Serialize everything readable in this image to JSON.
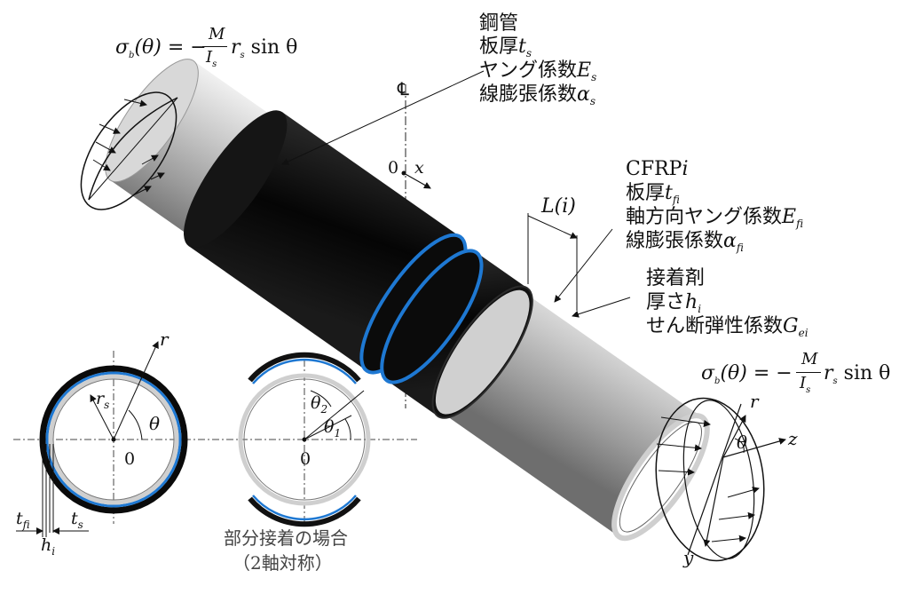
{
  "steel": {
    "title": "鋼管",
    "thickness_label": "板厚",
    "thickness_sym": "t",
    "thickness_sub": "s",
    "young_label": "ヤング係数",
    "young_sym": "E",
    "young_sub": "s",
    "thermal_label": "線膨張係数",
    "thermal_sym": "α",
    "thermal_sub": "s"
  },
  "cfrp": {
    "title": "CFRP",
    "title_idx": "i",
    "thickness_label": "板厚",
    "thickness_sym": "t",
    "thickness_sub": "fi",
    "young_label": "軸方向ヤング係数",
    "young_sym": "E",
    "young_sub": "fi",
    "thermal_label": "線膨張係数",
    "thermal_sym": "α",
    "thermal_sub": "fi"
  },
  "adhesive": {
    "title": "接着剤",
    "thickness_label": "厚さ",
    "thickness_sym": "h",
    "thickness_sub": "i",
    "shear_label": "せん断弾性係数",
    "shear_sym": "G",
    "shear_sub": "ei"
  },
  "length_label": "L(i)",
  "axis": {
    "centerline": "℄",
    "origin": "0",
    "x": "x",
    "y": "y",
    "z": "z",
    "r": "r",
    "theta": "θ"
  },
  "eq_left": {
    "lhs": "σ",
    "lhs_sub": "b",
    "arg": "(θ) = −",
    "num": "M",
    "den": "I",
    "den_sub": "s",
    "tail": "r",
    "tail_sub": "s",
    "tail2": " sin θ"
  },
  "eq_right": {
    "lhs": "σ",
    "lhs_sub": "b",
    "arg": "(θ) = −",
    "num": "M",
    "den": "I",
    "den_sub": "s",
    "tail": "r",
    "tail_sub": "s",
    "tail2": " sin θ"
  },
  "section_full": {
    "rs": "r",
    "rs_sub": "s",
    "theta": "θ",
    "origin": "0",
    "tfi": "t",
    "tfi_sub": "fi",
    "ts": "t",
    "ts_sub": "s",
    "hi": "h",
    "hi_sub": "i"
  },
  "section_partial": {
    "theta1": "θ",
    "theta1_sub": "1",
    "theta2": "θ",
    "theta2_sub": "2",
    "origin": "0",
    "caption1": "部分接着の場合",
    "caption2": "（2軸対称）"
  },
  "colors": {
    "steel_light": "#e8e8e8",
    "steel_dark": "#8a8a8a",
    "cfrp": "#0a0a0a",
    "adhesive": "#1e78d2"
  }
}
